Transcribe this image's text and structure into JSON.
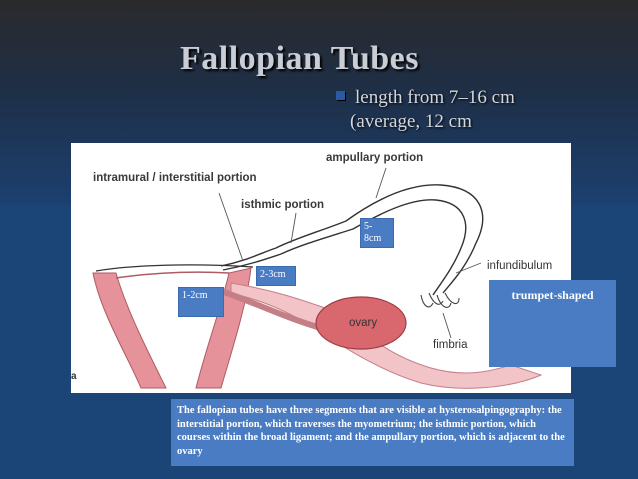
{
  "slide": {
    "title": "Fallopian Tubes",
    "bullet_line1": "length from 7–16 cm",
    "bullet_line2": "(average, 12 cm"
  },
  "figure": {
    "labels": {
      "ampullary": "ampullary portion",
      "intramural": "intramural / interstitial portion",
      "isthmic": "isthmic portion",
      "infundibulum": "infundibulum",
      "ovary": "ovary",
      "fimbria": "fimbria"
    },
    "edge_mark": "a"
  },
  "boxes": {
    "len_1_2": "1-2cm",
    "len_2_3": "2-3cm",
    "len_5_8_a": "5-",
    "len_5_8_b": "8cm",
    "trumpet": "trumpet-shaped",
    "caption": "The fallopian tubes have three segments that are visible at hysterosalpingography: the interstitial portion, which traverses the myometrium; the isthmic portion, which courses within the broad ligament; and the ampullary portion, which is adjacent to the ovary"
  },
  "colors": {
    "slide_bg": "#1c4577",
    "box_fill": "#4a7cc3",
    "uterus_fill": "#e6929a",
    "ovary_fill": "#d9676e"
  }
}
